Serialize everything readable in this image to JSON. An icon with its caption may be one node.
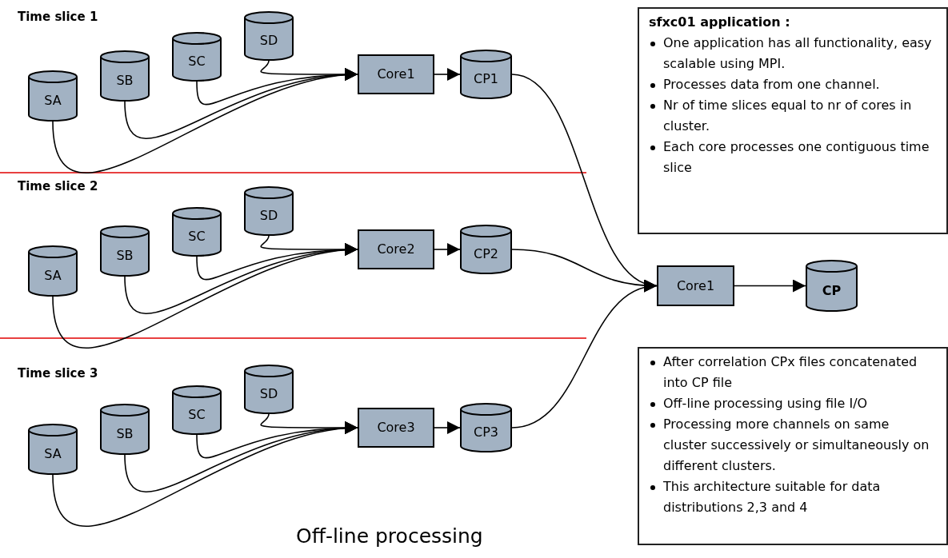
{
  "diagram": {
    "caption": "Off-line processing",
    "nodes": [
      {
        "text": [
          "SA"
        ]
      },
      {
        "text": [
          "SB"
        ]
      },
      {
        "text": [
          "SC"
        ]
      },
      {
        "text": [
          "SD"
        ]
      },
      {
        "text": [
          "Core1"
        ]
      },
      {
        "text": [
          "CP1"
        ]
      },
      {
        "text": [
          "SA"
        ]
      },
      {
        "text": [
          "SB"
        ]
      },
      {
        "text": [
          "SC"
        ]
      },
      {
        "text": [
          "SD"
        ]
      },
      {
        "text": [
          "Core2"
        ]
      },
      {
        "text": [
          "CP2"
        ]
      },
      {
        "text": [
          "SA"
        ]
      },
      {
        "text": [
          "SB"
        ]
      },
      {
        "text": [
          "SC"
        ]
      },
      {
        "text": [
          "SD"
        ]
      },
      {
        "text": [
          "Core3"
        ]
      },
      {
        "text": [
          "CP3"
        ]
      },
      {
        "text": [
          "Core1"
        ]
      },
      {
        "text": [
          "CP"
        ]
      },
      {
        "text": [
          "sfxc01 application :",
          "One application has all functionality, easy scalable using MPI.",
          "Processes data from one channel.",
          "Nr of time slices equal to nr of cores in cluster.",
          "Each core processes one contiguous time slice"
        ]
      },
      {
        "text": [
          "After correlation CPx files concatenated into CP file",
          "Off-line processing using file I/O",
          "Processing more channels on same cluster successively or simultaneously on different clusters.",
          "This architecture suitable for data distributions 2,3 and 4"
        ]
      }
    ],
    "edges": [
      {
        "from": 0,
        "to": 4,
        "arrow": "to"
      },
      {
        "from": 1,
        "to": 4,
        "arrow": "to"
      },
      {
        "from": 2,
        "to": 4,
        "arrow": "to"
      },
      {
        "from": 3,
        "to": 4,
        "arrow": "to"
      },
      {
        "from": 4,
        "to": 5,
        "arrow": "to"
      },
      {
        "from": 6,
        "to": 10,
        "arrow": "to"
      },
      {
        "from": 7,
        "to": 10,
        "arrow": "to"
      },
      {
        "from": 8,
        "to": 10,
        "arrow": "to"
      },
      {
        "from": 9,
        "to": 10,
        "arrow": "to"
      },
      {
        "from": 10,
        "to": 11,
        "arrow": "to"
      },
      {
        "from": 12,
        "to": 16,
        "arrow": "to"
      },
      {
        "from": 13,
        "to": 16,
        "arrow": "to"
      },
      {
        "from": 14,
        "to": 16,
        "arrow": "to"
      },
      {
        "from": 15,
        "to": 16,
        "arrow": "to"
      },
      {
        "from": 16,
        "to": 17,
        "arrow": "to"
      },
      {
        "from": 5,
        "to": 18,
        "arrow": "to"
      },
      {
        "from": 11,
        "to": 18,
        "arrow": "to"
      },
      {
        "from": 17,
        "to": 18,
        "arrow": "to"
      },
      {
        "from": 18,
        "to": 19,
        "arrow": "to"
      }
    ],
    "labels": [
      "Time slice 1",
      "Time slice 2",
      "Time slice 3"
    ]
  }
}
